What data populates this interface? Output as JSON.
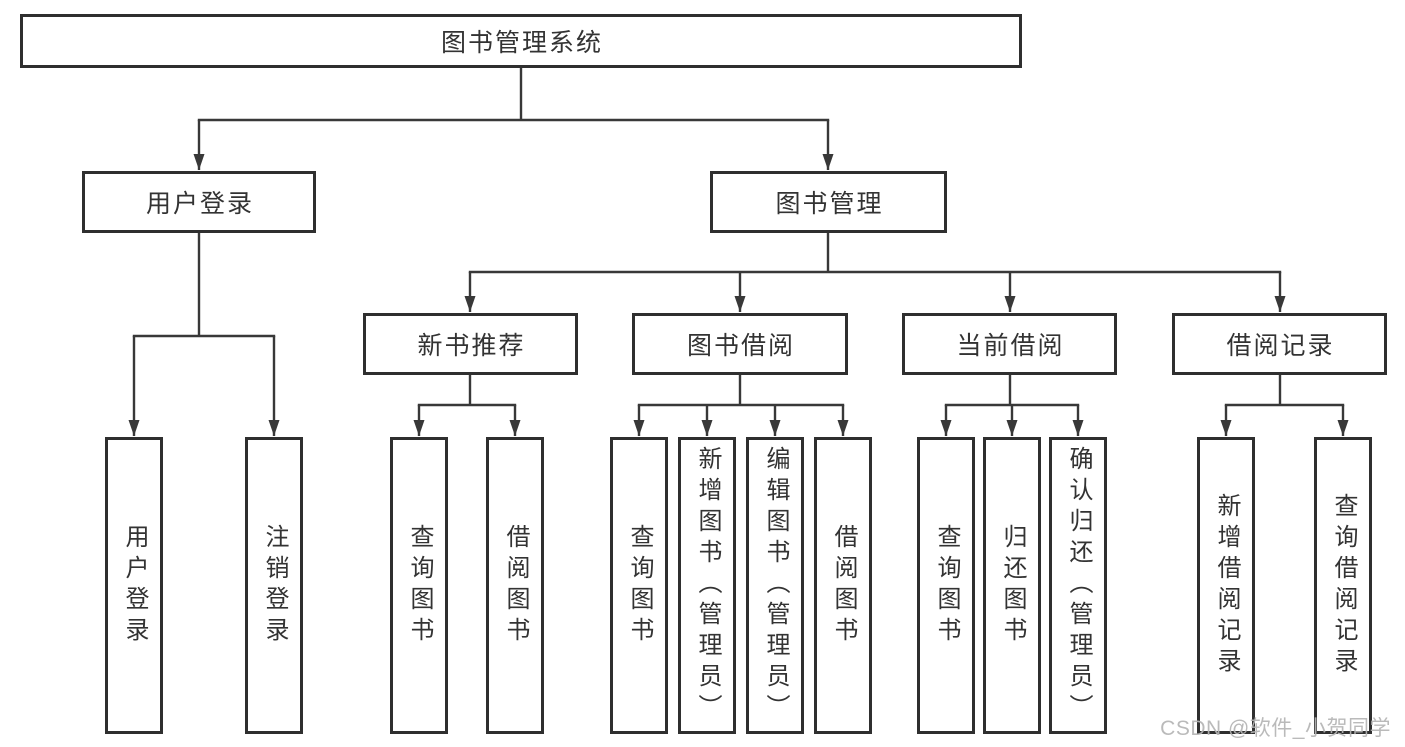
{
  "diagram": {
    "title": "图书管理系统",
    "root": {
      "label": "图书管理系统"
    },
    "branches": [
      {
        "label": "用户登录",
        "children": [
          "用户登录",
          "注销登录"
        ]
      },
      {
        "label": "图书管理",
        "children": [
          {
            "label": "新书推荐",
            "children": [
              "查询图书",
              "借阅图书"
            ]
          },
          {
            "label": "图书借阅",
            "children": [
              "查询图书",
              "新增图书（管理员）",
              "编辑图书（管理员）",
              "借阅图书"
            ]
          },
          {
            "label": "当前借阅",
            "children": [
              "查询图书",
              "归还图书",
              "确认归还（管理员）"
            ]
          },
          {
            "label": "借阅记录",
            "children": [
              "新增借阅记录",
              "查询借阅记录"
            ]
          }
        ]
      }
    ]
  },
  "watermark": {
    "text": "CSDN @软件_小贺同学"
  },
  "colors": {
    "line": "#383838",
    "box_border": "#2f2f2f",
    "text": "#333333",
    "watermark": "#b5b5b5",
    "background": "#ffffff"
  }
}
